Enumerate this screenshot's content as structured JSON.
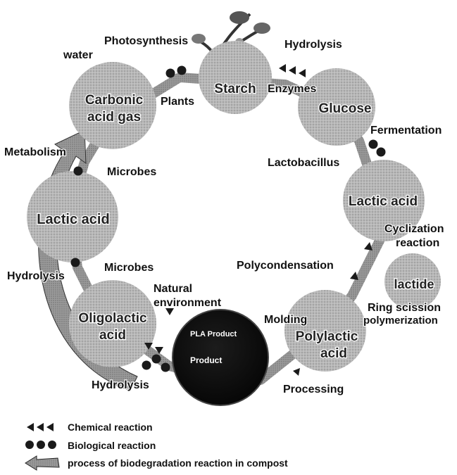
{
  "nodes": {
    "starch": "Starch",
    "glucose": "Glucose",
    "lactic_acid_right": "Lactic acid",
    "lactide": "lactide",
    "polylactic_acid": [
      "Polylactic",
      "acid"
    ],
    "oligolactic_acid": [
      "Oligolactic",
      "acid"
    ],
    "lactic_acid_left": "Lactic acid",
    "carbonic_acid_gas": [
      "Carbonic",
      "acid gas"
    ]
  },
  "product": {
    "title": "PLA Product",
    "subtitle": "Product"
  },
  "labels": {
    "photosynthesis": "Photosynthesis",
    "water": "water",
    "hydrolysis_top": "Hydrolysis",
    "enzymes": "Enzymes",
    "plants": "Plants",
    "fermentation": "Fermentation",
    "lactobacillus": "Lactobacillus",
    "cyclization": [
      "Cyclization",
      "reaction"
    ],
    "polycondensation": "Polycondensation",
    "ring_scission": [
      "Ring scission",
      "polymerization"
    ],
    "molding": "Molding",
    "processing": "Processing",
    "natural_environment": [
      "Natural",
      "environment"
    ],
    "microbes_bottom": "Microbes",
    "hydrolysis_left": "Hydrolysis",
    "hydrolysis_bottom": "Hydrolysis",
    "microbes_top": "Microbes",
    "metabolism": "Metabolism"
  },
  "legend": {
    "chemical": "Chemical reaction",
    "biological": "Biological reaction",
    "compost": "process of biodegradation reaction in compost"
  },
  "colors": {
    "node_fill": "#b9b9b9",
    "product_fill": "#0b0b0b",
    "path": "#7a7a7a",
    "marker": "#1a1a1a"
  }
}
